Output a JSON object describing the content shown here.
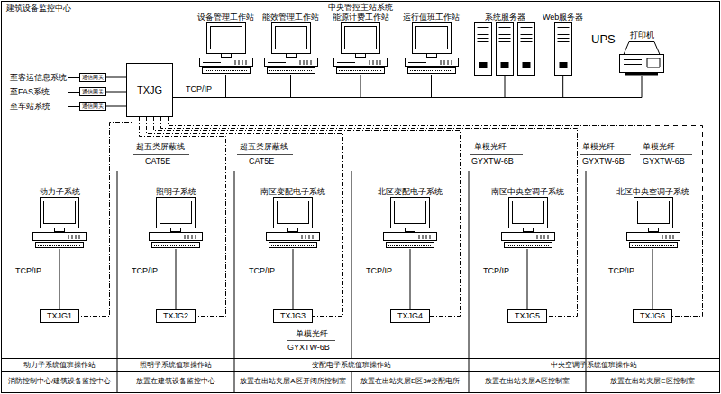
{
  "diagram": {
    "title": "建筑设备监控中心",
    "nodes": [
      {
        "text": [
          "TXJG"
        ]
      },
      {
        "text": [
          "通信网关"
        ]
      },
      {
        "text": [
          "通信网关"
        ]
      },
      {
        "text": [
          "通信网关"
        ]
      },
      {
        "text": [
          "设备管理工作站"
        ]
      },
      {
        "text": [
          "能效管理工作站"
        ]
      },
      {
        "text": [
          "中央管控主站系统",
          "能源计费工作站"
        ]
      },
      {
        "text": [
          "运行值班工作站"
        ]
      },
      {
        "text": [
          "系统服务器"
        ]
      },
      {
        "text": [
          "Web服务器"
        ]
      },
      {
        "text": [
          "打印机"
        ]
      },
      {
        "text": [
          "动力子系统"
        ]
      },
      {
        "text": [
          "照明子系统"
        ]
      },
      {
        "text": [
          "南区变配电子系统"
        ]
      },
      {
        "text": [
          "北区变配电子系统"
        ]
      },
      {
        "text": [
          "南区中央空调子系统"
        ]
      },
      {
        "text": [
          "北区中央空调子系统"
        ]
      },
      {
        "text": [
          "TXJG1"
        ]
      },
      {
        "text": [
          "TXJG2"
        ]
      },
      {
        "text": [
          "TXJG3"
        ]
      },
      {
        "text": [
          "TXJG4"
        ]
      },
      {
        "text": [
          "TXJG5"
        ]
      },
      {
        "text": [
          "TXJG6"
        ]
      }
    ],
    "edges": [
      {
        "from": 1,
        "to": 0,
        "arrow": "none"
      },
      {
        "from": 2,
        "to": 0,
        "arrow": "none"
      },
      {
        "from": 3,
        "to": 0,
        "arrow": "none"
      },
      {
        "from": 4,
        "to": 0,
        "arrow": "none"
      },
      {
        "from": 5,
        "to": 0,
        "arrow": "none"
      },
      {
        "from": 6,
        "to": 0,
        "arrow": "none"
      },
      {
        "from": 7,
        "to": 0,
        "arrow": "none"
      },
      {
        "from": 8,
        "to": 0,
        "arrow": "none"
      },
      {
        "from": 9,
        "to": 0,
        "arrow": "none"
      },
      {
        "from": 10,
        "to": 0,
        "arrow": "none"
      },
      {
        "from": 0,
        "to": 17,
        "arrow": "none"
      },
      {
        "from": 0,
        "to": 18,
        "arrow": "none"
      },
      {
        "from": 0,
        "to": 19,
        "arrow": "none"
      },
      {
        "from": 0,
        "to": 20,
        "arrow": "none"
      },
      {
        "from": 0,
        "to": 21,
        "arrow": "none"
      },
      {
        "from": 0,
        "to": 22,
        "arrow": "none"
      },
      {
        "from": 11,
        "to": 17,
        "arrow": "none"
      },
      {
        "from": 12,
        "to": 18,
        "arrow": "none"
      },
      {
        "from": 13,
        "to": 19,
        "arrow": "none"
      },
      {
        "from": 14,
        "to": 20,
        "arrow": "none"
      },
      {
        "from": 15,
        "to": 21,
        "arrow": "none"
      },
      {
        "from": 16,
        "to": 22,
        "arrow": "none"
      }
    ],
    "labels": [
      "至客运信息系统",
      "至FAS系统",
      "至车站系统",
      "TCP/IP",
      "UPS",
      "超五类屏蔽线",
      "CAT5E",
      "超五类屏蔽线",
      "CAT5E",
      "单模光纤",
      "GYXTW-6B",
      "单模光纤",
      "GYXTW-6B",
      "单模光纤",
      "GYXTW-6B",
      "TCP/IP",
      "TCP/IP",
      "TCP/IP",
      "TCP/IP",
      "TCP/IP",
      "TCP/IP",
      "单模光纤",
      "GYXTW-6B",
      "动力子系统值班操作站",
      "照明子系统值班操作站",
      "变配电子系统值班操作站",
      "中央空调子系统值班操作站",
      "消防控制中心/建筑设备监控中心",
      "放置在建筑设备监控中心",
      "放置在出站夹层A区开闭所控制室",
      "放置在出站夹层E区3#变配电所",
      "放置在出站夹层A区控制室",
      "放置在出站夹层E区控制室"
    ]
  }
}
